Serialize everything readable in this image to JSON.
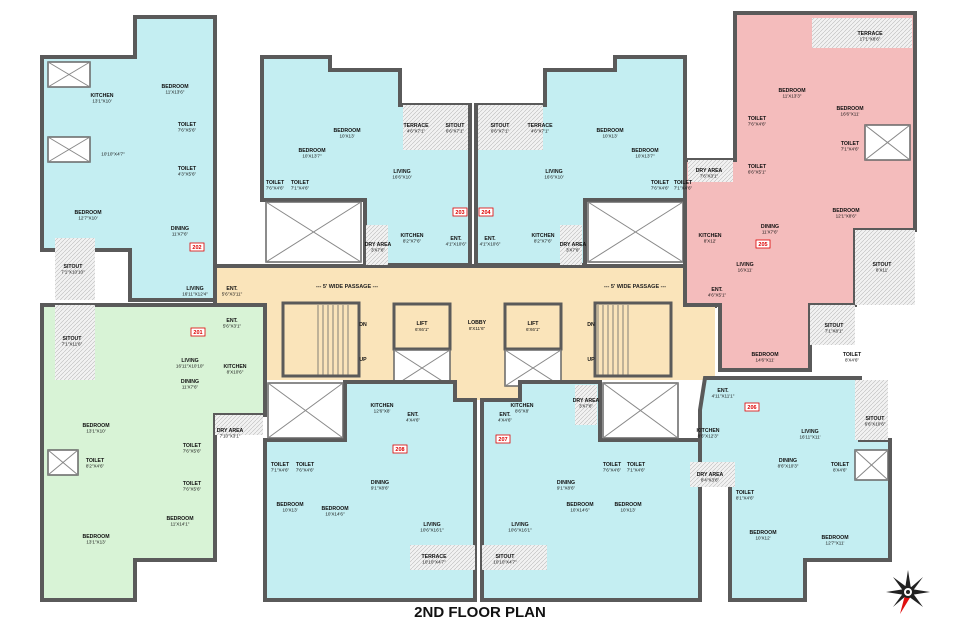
{
  "title": "2ND FLOOR PLAN",
  "colors": {
    "unit_cyan": "#c4eef2",
    "unit_green": "#d8f3d6",
    "unit_pink": "#f4bcbc",
    "common_tan": "#fae4ba",
    "tag_red": "#dd0000"
  },
  "common": {
    "passage_left": "--- 5' WIDE PASSAGE ---",
    "passage_right": "--- 5' WIDE PASSAGE ---",
    "lobby": {
      "name": "LOBBY",
      "dim": "8'X11'6\""
    },
    "lift_left": {
      "name": "LIFT",
      "dim": "6'X6'1\""
    },
    "lift_right": {
      "name": "LIFT",
      "dim": "6'X6'1\""
    },
    "stair_left": {
      "dn": "DN",
      "up": "UP"
    },
    "stair_right": {
      "dn": "DN",
      "up": "UP"
    }
  },
  "compass_icon": "north-arrow-compass",
  "units": {
    "u202": {
      "tag": "202",
      "rooms": [
        {
          "name": "KITCHEN",
          "dim": "13'1\"X10'"
        },
        {
          "name": "BEDROOM",
          "dim": "11'X13'6\""
        },
        {
          "name": "TOILET",
          "dim": "7'6\"X5'6\""
        },
        {
          "name": "TOILET",
          "dim": "4'3\"X5'6\""
        },
        {
          "name": "",
          "dim": "10'10\"X4'7\""
        },
        {
          "name": "BEDROOM",
          "dim": "12'7\"X10'"
        },
        {
          "name": "DINING",
          "dim": "11'X7'6\""
        },
        {
          "name": "SITOUT",
          "dim": "7'1\"X10'10\""
        },
        {
          "name": "LIVING",
          "dim": "16'11\"X12'4\""
        },
        {
          "name": "ENT.",
          "dim": "5'6\"X3'11\""
        }
      ]
    },
    "u201": {
      "tag": "201",
      "rooms": [
        {
          "name": "SITOUT",
          "dim": "7'1\"X11'6\""
        },
        {
          "name": "LIVING",
          "dim": "16'11\"X10'10\""
        },
        {
          "name": "ENT.",
          "dim": "5'6\"X3'1\""
        },
        {
          "name": "KITCHEN",
          "dim": "8'X10'6\""
        },
        {
          "name": "DINING",
          "dim": "11'X7'6\""
        },
        {
          "name": "BEDROOM",
          "dim": "13'1\"X10'"
        },
        {
          "name": "DRY AREA",
          "dim": "7'10\"X3'1\""
        },
        {
          "name": "TOILET",
          "dim": "8'2\"X4'6\""
        },
        {
          "name": "TOILET",
          "dim": "7'6\"X5'6\""
        },
        {
          "name": "TOILET",
          "dim": "7'6\"X5'6\""
        },
        {
          "name": "BEDROOM",
          "dim": "11'X14'1\""
        },
        {
          "name": "BEDROOM",
          "dim": "13'1\"X13'"
        }
      ]
    },
    "u203": {
      "tag": "203",
      "rooms": [
        {
          "name": "BEDROOM",
          "dim": "10'X13'"
        },
        {
          "name": "BEDROOM",
          "dim": "10'X13'7\""
        },
        {
          "name": "TERRACE",
          "dim": "4'6\"X7'1\""
        },
        {
          "name": "SITOUT",
          "dim": "6'6\"X7'1\""
        },
        {
          "name": "LIVING",
          "dim": "16'6\"X10'"
        },
        {
          "name": "TOILET",
          "dim": "7'6\"X4'6\""
        },
        {
          "name": "TOILET",
          "dim": "7'1\"X4'6\""
        },
        {
          "name": "KITCHEN",
          "dim": "8'2\"X7'6\""
        },
        {
          "name": "ENT.",
          "dim": "4'1\"X10'6\""
        },
        {
          "name": "DRY AREA",
          "dim": "3'X7'6\""
        }
      ]
    },
    "u204": {
      "tag": "204",
      "rooms": [
        {
          "name": "BEDROOM",
          "dim": "10'X13'"
        },
        {
          "name": "BEDROOM",
          "dim": "10'X13'7\""
        },
        {
          "name": "TERRACE",
          "dim": "4'6\"X7'1\""
        },
        {
          "name": "SITOUT",
          "dim": "6'6\"X7'1\""
        },
        {
          "name": "LIVING",
          "dim": "16'6\"X10'"
        },
        {
          "name": "TOILET",
          "dim": "7'6\"X4'6\""
        },
        {
          "name": "TOILET",
          "dim": "7'1\"X4'6\""
        },
        {
          "name": "KITCHEN",
          "dim": "8'2\"X7'6\""
        },
        {
          "name": "ENT.",
          "dim": "4'1\"X10'6\""
        },
        {
          "name": "DRY AREA",
          "dim": "3'X7'6\""
        }
      ]
    },
    "u208": {
      "tag": "208",
      "rooms": [
        {
          "name": "KITCHEN",
          "dim": "12'6\"X8'"
        },
        {
          "name": "ENT.",
          "dim": "4'X4'6\""
        },
        {
          "name": "TOILET",
          "dim": "7'1\"X4'6\""
        },
        {
          "name": "TOILET",
          "dim": "7'6\"X4'6\""
        },
        {
          "name": "DINING",
          "dim": "9'1\"X8'6\""
        },
        {
          "name": "BEDROOM",
          "dim": "10'X13'"
        },
        {
          "name": "BEDROOM",
          "dim": "10'X14'6\""
        },
        {
          "name": "LIVING",
          "dim": "10'6\"X16'1\""
        },
        {
          "name": "TERRACE",
          "dim": "10'10\"X4'7\""
        }
      ]
    },
    "u207": {
      "tag": "207",
      "rooms": [
        {
          "name": "KITCHEN",
          "dim": "8'6\"X8'"
        },
        {
          "name": "ENT.",
          "dim": "4'X4'6\""
        },
        {
          "name": "DRY AREA",
          "dim": "3'X7'6\""
        },
        {
          "name": "TOILET",
          "dim": "7'6\"X4'6\""
        },
        {
          "name": "TOILET",
          "dim": "7'1\"X4'6\""
        },
        {
          "name": "DINING",
          "dim": "9'1\"X8'6\""
        },
        {
          "name": "LIVING",
          "dim": "10'6\"X16'1\""
        },
        {
          "name": "BEDROOM",
          "dim": "10'X14'6\""
        },
        {
          "name": "BEDROOM",
          "dim": "10'X13'"
        },
        {
          "name": "SITOUT",
          "dim": "10'10\"X4'7\""
        }
      ]
    },
    "u205": {
      "tag": "205",
      "rooms": [
        {
          "name": "TERRACE",
          "dim": "17'1\"X8'6\""
        },
        {
          "name": "BEDROOM",
          "dim": "11'X13'3\""
        },
        {
          "name": "BEDROOM",
          "dim": "16'6\"X11'"
        },
        {
          "name": "TOILET",
          "dim": "7'6\"X4'6\""
        },
        {
          "name": "TOILET",
          "dim": "7'1\"X4'6\""
        },
        {
          "name": "TOILET",
          "dim": "6'6\"X5'1\""
        },
        {
          "name": "DRY AREA",
          "dim": "7'6\"X3'1\""
        },
        {
          "name": "DINING",
          "dim": "11'X7'6\""
        },
        {
          "name": "KITCHEN",
          "dim": "8'X12'"
        },
        {
          "name": "LIVING",
          "dim": "16'X11'"
        },
        {
          "name": "SITOUT",
          "dim": "8'X11'"
        },
        {
          "name": "ENT.",
          "dim": "4'6\"X5'1\""
        },
        {
          "name": "BEDROOM",
          "dim": "14'6\"X11'"
        },
        {
          "name": "SITOUT",
          "dim": "7'1\"X8'1\""
        },
        {
          "name": "TOILET",
          "dim": "8'X4'6\""
        },
        {
          "name": "BEDROOM",
          "dim": "12'1\"X8'6\""
        }
      ]
    },
    "u206": {
      "tag": "206",
      "rooms": [
        {
          "name": "ENT.",
          "dim": "4'11\"X11'1\""
        },
        {
          "name": "KITCHEN",
          "dim": "8'6\"X12'3\""
        },
        {
          "name": "LIVING",
          "dim": "16'11\"X11'"
        },
        {
          "name": "SITOUT",
          "dim": "6'6\"X10'6\""
        },
        {
          "name": "DINING",
          "dim": "8'6\"X10'3\""
        },
        {
          "name": "TOILET",
          "dim": "8'X4'6\""
        },
        {
          "name": "DRY AREA",
          "dim": "8'4\"X3'6\""
        },
        {
          "name": "TOILET",
          "dim": "8'1\"X4'6\""
        },
        {
          "name": "BEDROOM",
          "dim": "10'X12'"
        },
        {
          "name": "BEDROOM",
          "dim": "12'7\"X11'"
        }
      ]
    }
  }
}
